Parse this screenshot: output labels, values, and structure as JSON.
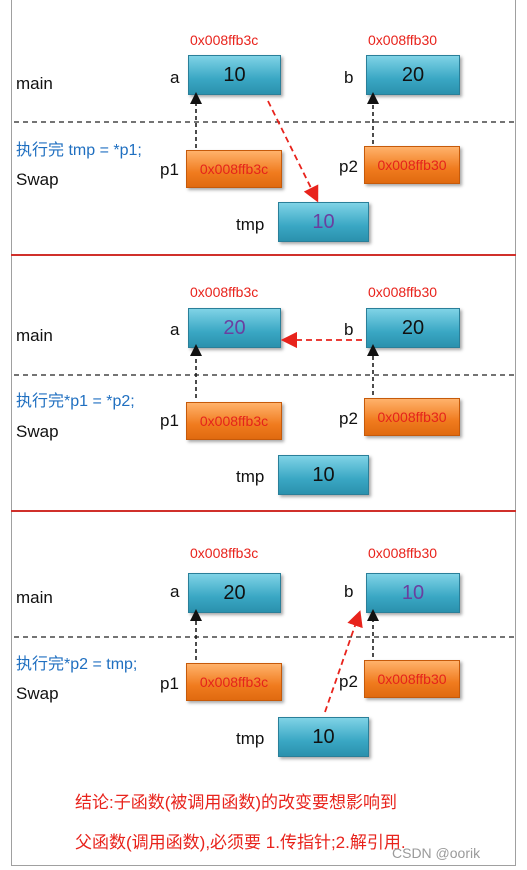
{
  "panels": [
    {
      "main_label": "main",
      "swap_label": "Swap",
      "step_label": "执行完 tmp = *p1;",
      "a": {
        "name": "a",
        "addr": "0x008ffb3c",
        "value": "10",
        "highlight": false
      },
      "b": {
        "name": "b",
        "addr": "0x008ffb30",
        "value": "20",
        "highlight": false
      },
      "p1": {
        "name": "p1",
        "value": "0x008ffb3c"
      },
      "p2": {
        "name": "p2",
        "value": "0x008ffb30"
      },
      "tmp": {
        "name": "tmp",
        "value": "10",
        "highlight": true
      }
    },
    {
      "main_label": "main",
      "swap_label": "Swap",
      "step_label": "执行完*p1 = *p2;",
      "a": {
        "name": "a",
        "addr": "0x008ffb3c",
        "value": "20",
        "highlight": true
      },
      "b": {
        "name": "b",
        "addr": "0x008ffb30",
        "value": "20",
        "highlight": false
      },
      "p1": {
        "name": "p1",
        "value": "0x008ffb3c"
      },
      "p2": {
        "name": "p2",
        "value": "0x008ffb30"
      },
      "tmp": {
        "name": "tmp",
        "value": "10",
        "highlight": false
      }
    },
    {
      "main_label": "main",
      "swap_label": "Swap",
      "step_label": "执行完*p2 = tmp;",
      "a": {
        "name": "a",
        "addr": "0x008ffb3c",
        "value": "20",
        "highlight": false
      },
      "b": {
        "name": "b",
        "addr": "0x008ffb30",
        "value": "10",
        "highlight": true
      },
      "p1": {
        "name": "p1",
        "value": "0x008ffb3c"
      },
      "p2": {
        "name": "p2",
        "value": "0x008ffb30"
      },
      "tmp": {
        "name": "tmp",
        "value": "10",
        "highlight": false
      }
    }
  ],
  "conclusion": {
    "line1": "结论:子函数(被调用函数)的改变要想影响到",
    "line2": "父函数(调用函数),必须要 1.传指针;2.解引用."
  },
  "watermark": "CSDN @oorik",
  "colors": {
    "box_cyan": "#3aa7c4",
    "box_orange": "#f07b1e",
    "address_red": "#e8231c",
    "step_blue": "#1f6fc0",
    "separator_red": "#d0302b",
    "highlight_purple": "#6a3fa0"
  }
}
